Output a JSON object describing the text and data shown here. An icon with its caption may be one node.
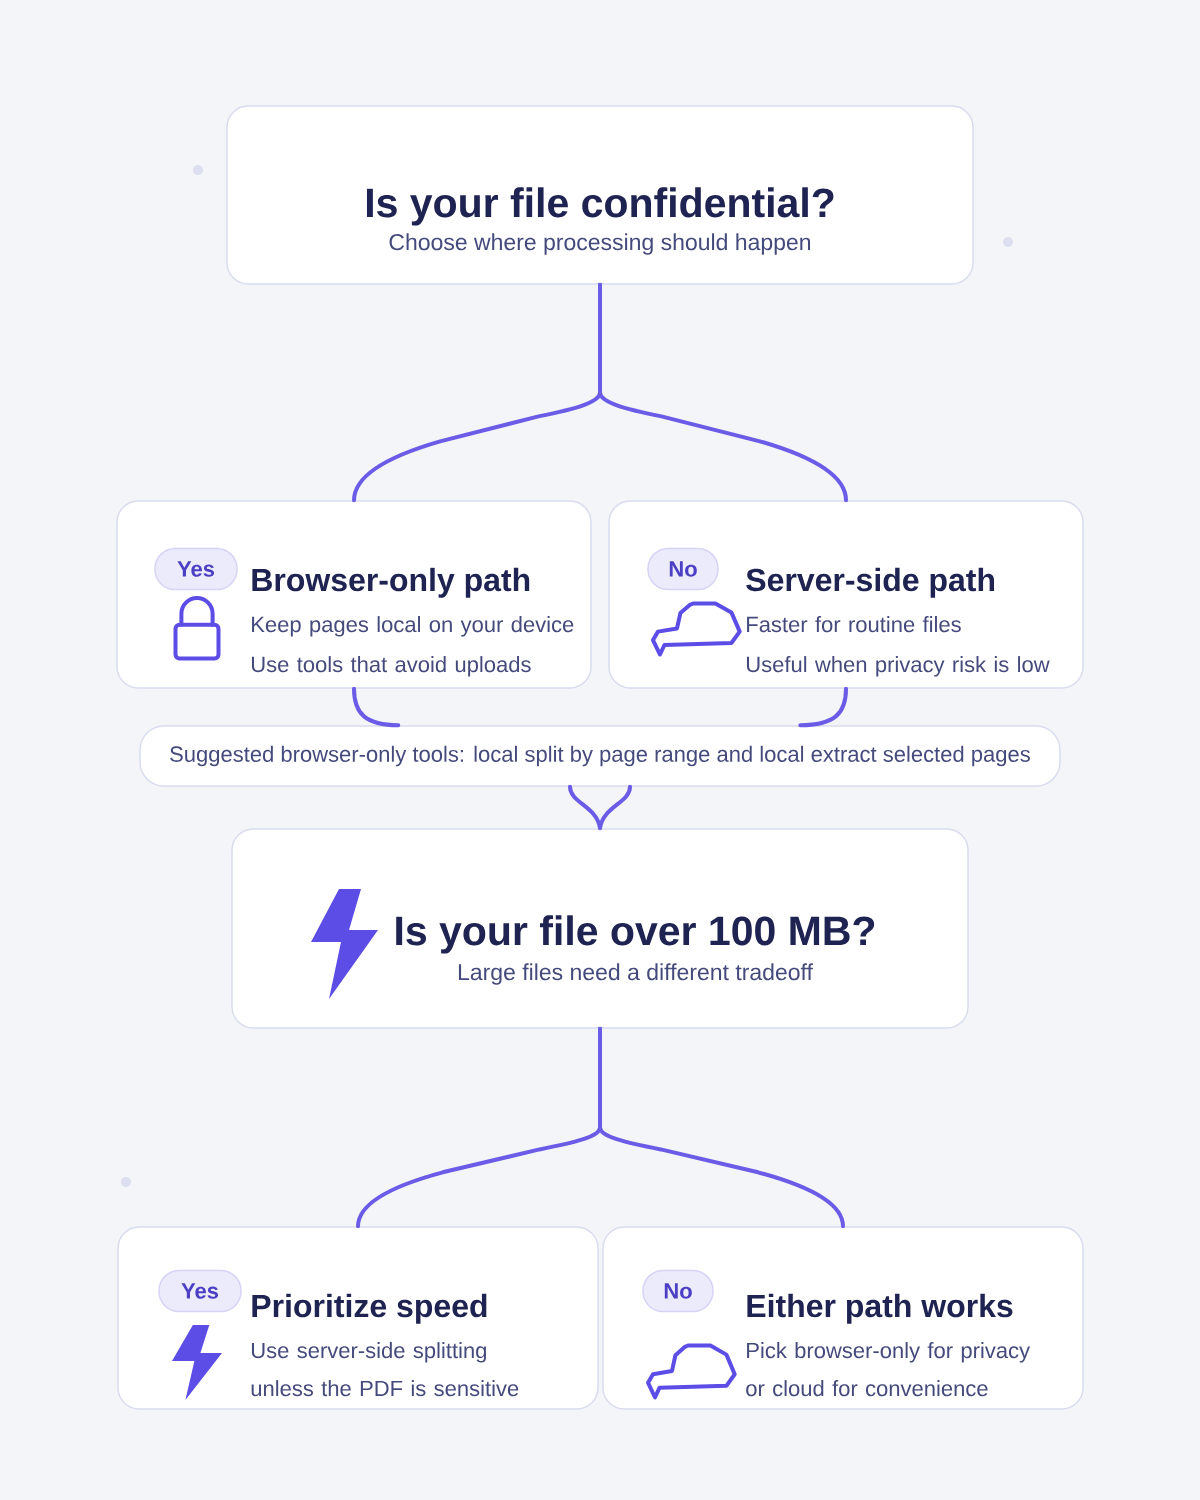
{
  "diagram": {
    "nodes": [
      {
        "text": [
          "Is your file confidential?",
          "Choose where processing should happen"
        ]
      },
      {
        "text": [
          "Browser-only path",
          "Keep pages local on your device",
          "Use tools that avoid uploads"
        ]
      },
      {
        "text": [
          "Yes"
        ],
        "in": 1
      },
      {
        "text": [
          "Server-side path",
          "Faster for routine files",
          "Useful when privacy risk is low"
        ]
      },
      {
        "text": [
          "No"
        ],
        "in": 3
      },
      {
        "text": [
          "Suggested browser-only tools: local split by page range and local extract selected pages"
        ]
      },
      {
        "text": [
          "Is your file over 100 MB?",
          "Large files need a different tradeoff"
        ]
      },
      {
        "text": [
          "Prioritize speed",
          "Use server-side splitting unless the PDF is sensitive"
        ]
      },
      {
        "text": [
          "Yes"
        ],
        "in": 7
      },
      {
        "text": [
          "Either path works",
          "Pick browser-only for privacy or cloud for convenience"
        ]
      },
      {
        "text": [
          "No"
        ],
        "in": 9
      }
    ],
    "edges": [
      {
        "from": 0,
        "to": 1,
        "arrow": "none"
      },
      {
        "from": 0,
        "to": 3,
        "arrow": "none"
      },
      {
        "from": 1,
        "to": 5,
        "arrow": "none"
      },
      {
        "from": 3,
        "to": 5,
        "arrow": "none"
      },
      {
        "from": 5,
        "to": 6,
        "arrow": "none"
      },
      {
        "from": 6,
        "to": 7,
        "arrow": "none"
      },
      {
        "from": 6,
        "to": 9,
        "arrow": "none"
      }
    ]
  }
}
